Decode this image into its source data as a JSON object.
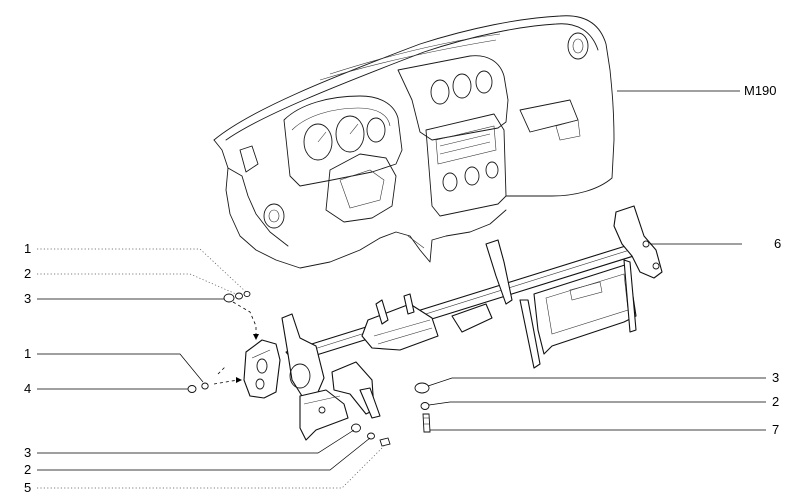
{
  "labels": {
    "m190": "M190",
    "six": "6",
    "left_one_top": "1",
    "left_two_top": "2",
    "left_three_top": "3",
    "left_one_mid": "1",
    "left_four": "4",
    "left_three_bottom": "3",
    "left_two_bottom": "2",
    "left_five": "5",
    "right_three": "3",
    "right_two": "2",
    "right_seven": "7"
  }
}
